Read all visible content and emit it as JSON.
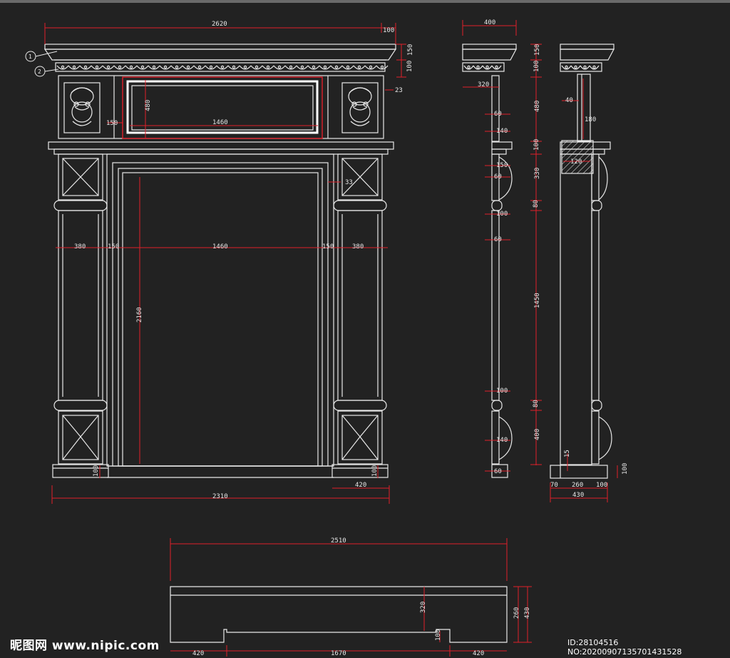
{
  "front_elevation": {
    "overall_width": "2620",
    "cornice_overhang": "100",
    "cornice_height": "150",
    "dentil_height": "100",
    "side_offset": "23",
    "frieze_panel_height": "480",
    "frieze_panel_width": "1460",
    "frieze_margin": "150",
    "leg_block_offset": "33",
    "leg_width_left": "380",
    "leg_gap_left": "150",
    "opening_width": "1460",
    "leg_gap_right": "150",
    "leg_width_right": "380",
    "opening_height": "2160",
    "plinth_left": "100",
    "plinth_right": "100",
    "plinth_width": "420",
    "base_width": "2310",
    "callout_1": "1",
    "callout_2": "2"
  },
  "side_section": {
    "top_width": "400",
    "cornice_height": "150",
    "dentil_height": "100",
    "frieze_depth": "320",
    "frieze_height": "480",
    "shelf_height": "100",
    "leg_block_height": "330",
    "neck_height": "80",
    "shaft_height": "1450",
    "lower_neck_height": "80",
    "lower_block_height": "400",
    "plinth_height": "100",
    "small_60_a": "60",
    "small_140_a": "140",
    "small_150": "150",
    "small_60_b": "60",
    "small_100_a": "100",
    "small_60_c": "60",
    "small_100_b": "100",
    "small_140_b": "140",
    "small_60_d": "60",
    "inner_40": "40",
    "inner_180": "180",
    "inner_120": "120",
    "inner_15": "15",
    "base_70": "70",
    "base_260": "260",
    "base_100": "100",
    "base_total": "430",
    "base_height": "100"
  },
  "plan_view": {
    "overall_width": "2510",
    "depth": "430",
    "inner_depth": "260",
    "notch_depth": "320",
    "notch_small": "100",
    "left_segment": "420",
    "middle_segment": "1670",
    "right_segment": "420"
  },
  "watermark": {
    "site": "昵图网 www.nipic.com",
    "id": "ID:28104516 NO:20200907135701431528"
  },
  "colors": {
    "background": "#222222",
    "line": "#e8e8e8",
    "dimension": "#e0202a"
  }
}
